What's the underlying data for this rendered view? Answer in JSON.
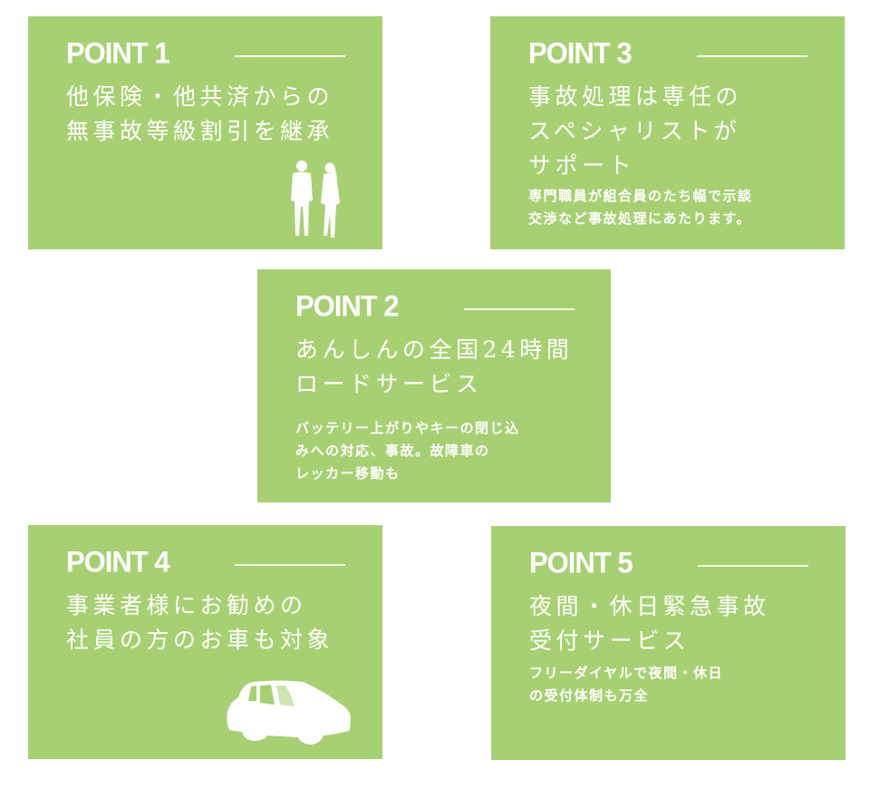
{
  "colors": {
    "card_bg": "#a7d073",
    "text": "#ffffff",
    "page_bg": "#ffffff"
  },
  "cards": [
    {
      "point_label": "POINT 1",
      "heading": "他保険・他共済からの\n無事故等級割引を継承",
      "sub": "",
      "icon": "people-icon"
    },
    {
      "point_label": "POINT 2",
      "heading": "あんしんの全国24時間\nロードサービス",
      "sub": "バッテリー上がりやキーの閉じ込\nみへの対応、事故。故障車の\nレッカー移動も",
      "icon": ""
    },
    {
      "point_label": "POINT 3",
      "heading": "事故処理は専任の\nスペシャリストが\nサポート",
      "sub": "専門職員が組合員のたち幅で示談\n交渉など事故処理にあたります。",
      "icon": ""
    },
    {
      "point_label": "POINT 4",
      "heading": "事業者様にお勧めの\n社員の方のお車も対象",
      "sub": "",
      "icon": "car-icon"
    },
    {
      "point_label": "POINT 5",
      "heading": "夜間・休日緊急事故\n受付サービス",
      "sub": "フリーダイヤルで夜間・休日\nの受付体制も万全",
      "icon": ""
    }
  ]
}
